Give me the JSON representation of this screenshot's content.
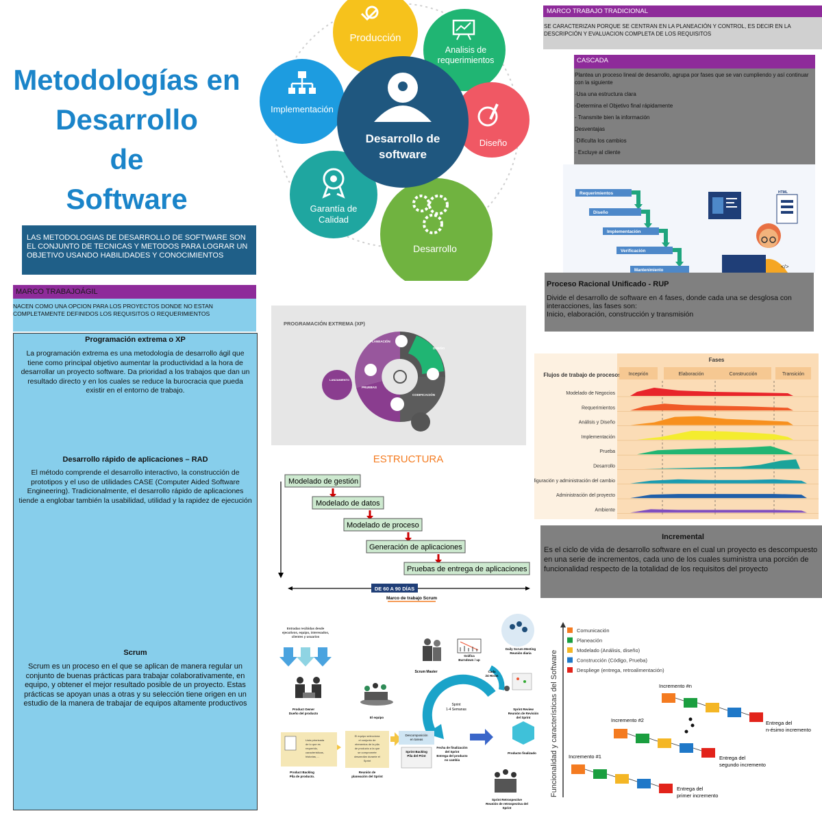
{
  "title_lines": [
    "Metodologías en",
    "Desarrollo",
    "de",
    "Software"
  ],
  "intro": "LAS METODOLOGIAS DE DESARROLLO DE SOFTWARE SON EL CONJUNTO DE TECNICAS Y METODOS PARA LOGRAR UN OBJETIVO USANDO HABILIDADES Y CONOCIMIENTOS",
  "cycle": {
    "center": [
      "Desarrollo de",
      "software"
    ],
    "produccion": "Producción",
    "analisis": [
      "Analisis de",
      "requerimientos"
    ],
    "implementacion": "Implementación",
    "diseno": "Diseño",
    "garantia": [
      "Garantía de",
      "Calidad"
    ],
    "desarrollo": "Desarrollo"
  },
  "agil": {
    "header": "MARCO TRABAJOÁGIL",
    "desc": "NACEN COMO UNA OPCION PARA LOS PROYECTOS DONDE NO ESTAN COMPLETAMENTE DEFINIDOS LOS REQUISITOS O REQUERIMIENTOS",
    "xp_title": "Programación extrema o XP",
    "xp_text": "La programación extrema es una metodología de desarrollo ágil que tiene como principal objetivo aumentar la productividad a la hora de desarrollar un proyecto software. Da prioridad a los trabajos que dan un resultado directo y en los cuales se reduce la burocracia que pueda existir en el entorno de trabajo.",
    "rad_title": "Desarrollo rápido de aplicaciones – RAD",
    "rad_text": "El método comprende el desarrollo interactivo, la construcción de prototipos y el uso de utilidades CASE (Computer Aided Software Engineering). Tradicionalmente, el desarrollo rápido de aplicaciones tiende a englobar también la usabilidad, utilidad y la rapidez de ejecución",
    "scrum_title": "Scrum",
    "scrum_text": "Scrum es un proceso en el que se aplican de manera regular un conjunto de buenas prácticas para trabajar colaborativamente, en equipo, y obtener el mejor resultado posible de un proyecto. Estas prácticas se apoyan unas a otras y su selección tiene origen en un estudio de la manera de trabajar de equipos altamente productivos"
  },
  "xp": {
    "title": "PROGRAMACIÓN EXTREMA (XP)",
    "planeacion": "PLANEACIÓN",
    "diseno": "DISEÑO",
    "codificacion": "CODIFICACIÓN",
    "pruebas": "PRUEBAS",
    "lanzamiento": "LANZAMIENTO"
  },
  "rad": {
    "title": "ESTRUCTURA",
    "steps": [
      "Modelado de gestión",
      "Modelado de datos",
      "Modelado de proceso",
      "Generación de aplicaciones",
      "Pruebas de entrega de aplicaciones"
    ],
    "duration": "DE 60 A 90 DÍAS"
  },
  "scrum": {
    "title": "Marco de trabajo Scrum",
    "entradas": [
      "Entradas recibidas desde",
      "ejecutivos, equipo, interesados,",
      "clientes y usuarios"
    ],
    "scrum_master": "Scrum Master",
    "grafica": [
      "Gráfica",
      "Burndown / up"
    ],
    "daily": [
      "Daily Scrum Meeting",
      "Reunión diaria"
    ],
    "cada": [
      "Cada",
      "24 Horas"
    ],
    "product_owner": [
      "Product Owner",
      "Dueño del producto"
    ],
    "equipo": "El equipo",
    "sprint": [
      "Sprint",
      "1-4 Semanas"
    ],
    "review": [
      "Sprint Review",
      "Reunión de Revisión",
      "del Sprint"
    ],
    "lista": [
      "Lista priorizada",
      "de lo que es",
      "requerido,",
      "características,",
      "historias, ..."
    ],
    "seleccion": [
      "El equipo selecciona",
      "el conjunto de",
      "elementos de la pila",
      "de producto a la que",
      "se compromete",
      "desarrollar durante el",
      "Sprint"
    ],
    "descomposicion": [
      "Descomposición",
      "en tareas"
    ],
    "backlog": [
      "Product Backlog",
      "Pila de producto."
    ],
    "planeacion": [
      "Reunión de",
      "planeación del Sprint"
    ],
    "sprint_backlog": [
      "Sprint Backlog",
      "Pila del Print"
    ],
    "fecha": [
      "Fecha de finalización",
      "del Sprint",
      "Entrega del producto",
      "no cambia"
    ],
    "producto": "Producto finalizado",
    "retro": [
      "Sprint Retrospective",
      "Reunión de retrospectiva del",
      "Sprint"
    ]
  },
  "tradicional": {
    "header": "MARCO TRABAJO TRADICIONAL",
    "desc": "SE CARACTERIZAN PORQUE SE CENTRAN EN LA PLANEACIÓN Y CONTROL, ES DECIR EN LA DESCRIPCIÓN Y EVALUACION COMPLETA DE LOS REQUISITOS"
  },
  "cascada": {
    "header": "CASCADA",
    "lines": [
      "Plantea un proceso lineal de desarrollo, agrupa por fases que se van cumpliendo y así continuar con la siguiente",
      "-Usa una estructura clara",
      "-Determina el Objetivo final rápidamente",
      "- Transmite bien la información",
      "Desventajas",
      "-Dificulta los cambios",
      "- Excluye al cliente"
    ],
    "steps": [
      "Requerimientos",
      "Diseño",
      "Implementación",
      "Verificación",
      "Mantenimiento"
    ],
    "html": "HTML"
  },
  "rup": {
    "title": "Proceso Racional Unificado - RUP",
    "text": "Divide el desarrollo de software en 4 fases, donde cada una se desglosa con interacciones, las fases son:",
    "phases": "Inicio, elaboración, construcción y transmisión"
  },
  "rup_chart": {
    "fases": "Fases",
    "flujos": "Flujos de trabajo de procesos",
    "phases": [
      "Inceprión",
      "Elaboración",
      "Construcción",
      "Transición"
    ],
    "rows": [
      "Modelado de Negocios",
      "Requerimientos",
      "Análisis y Diseño",
      "Implementación",
      "Prueba",
      "Desarrollo",
      "Configuración y administración del cambio",
      "Administración del proyecto",
      "Ambiente"
    ],
    "colors": [
      "#e8252b",
      "#f05a28",
      "#f7901e",
      "#f4ec2e",
      "#22b573",
      "#1aa39a",
      "#1b9bb0",
      "#1f5ea8",
      "#7f4fbf"
    ]
  },
  "incremental": {
    "title": "Incremental",
    "text": "Es el ciclo de vida de desarrollo software en el cual un proyecto es descompuesto en una serie de incrementos, cada uno de los cuales suministra una porción de funcionalidad respecto de la totalidad de los requisitos del proyecto"
  },
  "inc_chart": {
    "ylabel": "Funcionalidad y características del Software",
    "legend": [
      "Comunicación",
      "Planeación",
      "Modelado (Análisis, diseño)",
      "Construcción (Código, Prueba)",
      "Despliege (entrega, retroalimentación)"
    ],
    "colors": [
      "#f47b20",
      "#1a9e3f",
      "#f4b625",
      "#1f78c8",
      "#e2231a"
    ],
    "inc1": "Incremento #1",
    "inc2": "Incremento #2",
    "incn": "Incremento #n",
    "ent1": [
      "Entrega del",
      "primer incremento"
    ],
    "ent2": [
      "Entrega del",
      "segundo incremento"
    ],
    "entn": [
      "Entrega del",
      "n-ésimo incremento"
    ]
  }
}
